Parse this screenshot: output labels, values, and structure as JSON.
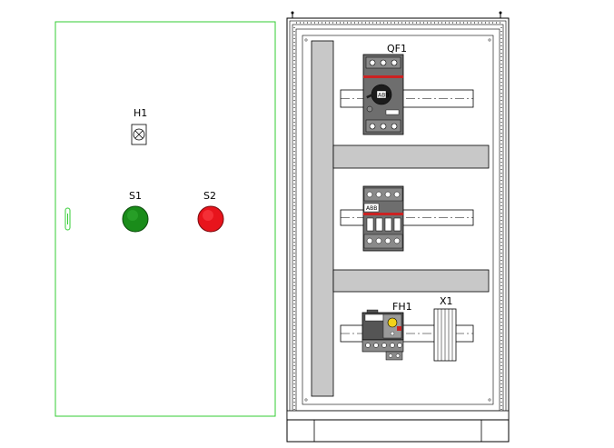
{
  "door": {
    "indicator_label": "H1",
    "button_green_label": "S1",
    "button_red_label": "S2"
  },
  "cabinet": {
    "breaker_label": "QF1",
    "breaker_brand": "ABB",
    "contactor_brand": "ABB",
    "overload_relay_label": "FH1",
    "terminal_block_label": "X1"
  },
  "colors": {
    "door_outline": "#33cc33",
    "button_green": "#1a8c1a",
    "button_red": "#e8141c",
    "device_gray": "#6e6e6e",
    "accent_red": "#cc2222",
    "duct_gray": "#c8c8c8"
  }
}
